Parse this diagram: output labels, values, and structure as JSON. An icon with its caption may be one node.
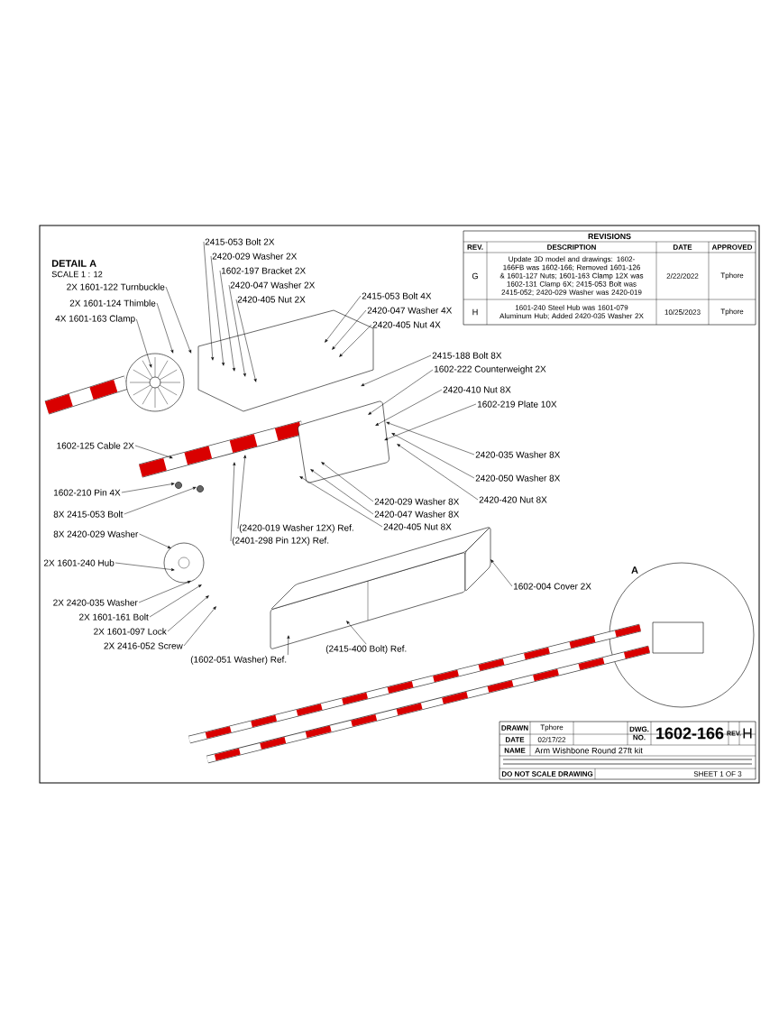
{
  "diagram": {
    "nodes": [
      {
        "text": [
          "2X 1601-122 Turnbuckle"
        ]
      },
      {
        "text": [
          "2X 1601-124 Thimble"
        ]
      },
      {
        "text": [
          "4X 1601-163 Clamp"
        ]
      },
      {
        "text": [
          "1602-125 Cable 2X"
        ]
      },
      {
        "text": [
          "1602-210 Pin 4X"
        ]
      },
      {
        "text": [
          "8X 2415-053 Bolt"
        ]
      },
      {
        "text": [
          "8X 2420-029 Washer"
        ]
      },
      {
        "text": [
          "2X 1601-240 Hub"
        ]
      },
      {
        "text": [
          "2X 2420-035 Washer"
        ]
      },
      {
        "text": [
          "2X 1601-161 Bolt"
        ]
      },
      {
        "text": [
          "2X 1601-097 Lock"
        ]
      },
      {
        "text": [
          "2X 2416-052 Screw"
        ]
      },
      {
        "text": [
          "2415-053 Bolt 2X"
        ]
      },
      {
        "text": [
          "2420-029 Washer 2X"
        ]
      },
      {
        "text": [
          "1602-197 Bracket 2X"
        ]
      },
      {
        "text": [
          "2420-047 Washer 2X"
        ]
      },
      {
        "text": [
          "2420-405 Nut 2X"
        ]
      },
      {
        "text": [
          "2415-053 Bolt 4X"
        ]
      },
      {
        "text": [
          "2420-047 Washer 4X"
        ]
      },
      {
        "text": [
          "2420-405 Nut 4X"
        ]
      },
      {
        "text": [
          "2415-188 Bolt 8X"
        ]
      },
      {
        "text": [
          "1602-222 Counterweight 2X"
        ]
      },
      {
        "text": [
          "2420-410 Nut 8X"
        ]
      },
      {
        "text": [
          "1602-219 Plate 10X"
        ]
      },
      {
        "text": [
          "2420-035 Washer 8X"
        ]
      },
      {
        "text": [
          "2420-050 Washer 8X"
        ]
      },
      {
        "text": [
          "2420-420 Nut 8X"
        ]
      },
      {
        "text": [
          "2420-029 Washer 8X"
        ]
      },
      {
        "text": [
          "2420-047 Washer 8X"
        ]
      },
      {
        "text": [
          "2420-405 Nut 8X"
        ]
      },
      {
        "text": [
          "(2420-019 Washer 12X) Ref."
        ]
      },
      {
        "text": [
          "(2401-298 Pin 12X) Ref."
        ]
      },
      {
        "text": [
          "1602-004 Cover 2X"
        ]
      },
      {
        "text": [
          "(2415-400 Bolt) Ref."
        ]
      },
      {
        "text": [
          "(1602-051 Washer) Ref."
        ]
      }
    ],
    "edges": [
      {
        "from": 0,
        "to": null,
        "arrow": "to"
      },
      {
        "from": 1,
        "to": null,
        "arrow": "to"
      },
      {
        "from": 2,
        "to": null,
        "arrow": "to"
      },
      {
        "from": 3,
        "to": null,
        "arrow": "to"
      },
      {
        "from": 4,
        "to": null,
        "arrow": "to"
      },
      {
        "from": 5,
        "to": null,
        "arrow": "to"
      },
      {
        "from": 6,
        "to": null,
        "arrow": "to"
      },
      {
        "from": 7,
        "to": null,
        "arrow": "to"
      },
      {
        "from": 8,
        "to": null,
        "arrow": "to"
      },
      {
        "from": 9,
        "to": null,
        "arrow": "to"
      },
      {
        "from": 10,
        "to": null,
        "arrow": "to"
      },
      {
        "from": 11,
        "to": null,
        "arrow": "to"
      },
      {
        "from": 12,
        "to": null,
        "arrow": "to"
      },
      {
        "from": 13,
        "to": null,
        "arrow": "to"
      },
      {
        "from": 14,
        "to": null,
        "arrow": "to"
      },
      {
        "from": 15,
        "to": null,
        "arrow": "to"
      },
      {
        "from": 16,
        "to": null,
        "arrow": "to"
      },
      {
        "from": 17,
        "to": null,
        "arrow": "to"
      },
      {
        "from": 18,
        "to": null,
        "arrow": "to"
      },
      {
        "from": 19,
        "to": null,
        "arrow": "to"
      },
      {
        "from": 20,
        "to": null,
        "arrow": "to"
      },
      {
        "from": 21,
        "to": null,
        "arrow": "to"
      },
      {
        "from": 22,
        "to": null,
        "arrow": "to"
      },
      {
        "from": 23,
        "to": null,
        "arrow": "to"
      },
      {
        "from": 24,
        "to": null,
        "arrow": "to"
      },
      {
        "from": 25,
        "to": null,
        "arrow": "to"
      },
      {
        "from": 26,
        "to": null,
        "arrow": "to"
      },
      {
        "from": 27,
        "to": null,
        "arrow": "to"
      },
      {
        "from": 28,
        "to": null,
        "arrow": "to"
      },
      {
        "from": 29,
        "to": null,
        "arrow": "to"
      },
      {
        "from": 30,
        "to": null,
        "arrow": "to"
      },
      {
        "from": 31,
        "to": null,
        "arrow": "to"
      },
      {
        "from": 32,
        "to": null,
        "arrow": "to"
      },
      {
        "from": 33,
        "to": null,
        "arrow": "to"
      },
      {
        "from": 34,
        "to": null,
        "arrow": "to"
      }
    ],
    "labels": [
      "DETAIL A",
      "SCALE 1 : 12",
      "REVISIONS",
      "REV.",
      "DESCRIPTION",
      "DATE",
      "APPROVED",
      "G",
      "Update 3D model and drawings: 1602-166FB was 1602-166; Removed 1601-126 & 1601-127 Nuts; 1601-163 Clamp 12X was 1602-131 Clamp 6X; 2415-053 Bolt was 2415-052; 2420-029 Washer was 2420-019",
      "2/22/2022",
      "Tphore",
      "H",
      "1601-240 Steel Hub was 1601-079 Aluminum Hub; Added 2420-035 Washer 2X",
      "10/25/2023",
      "Tphore",
      "A",
      "DRAWN",
      "Tphore",
      "DATE",
      "02/17/22",
      "DWG. NO.",
      "1602-166",
      "REV.",
      "H",
      "NAME",
      "Arm Wishbone Round 27ft kit",
      "DO NOT SCALE DRAWING",
      "SHEET 1 OF 3"
    ]
  }
}
